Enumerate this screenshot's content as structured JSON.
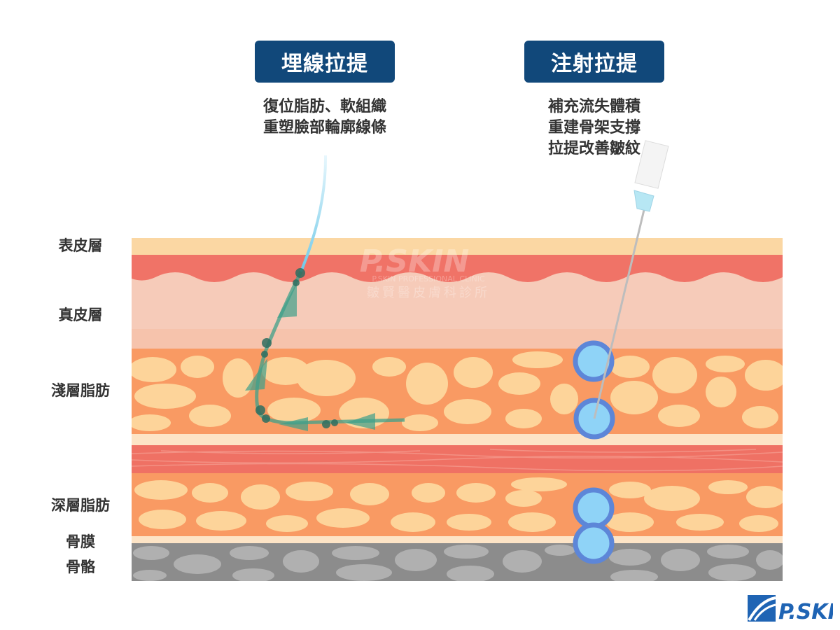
{
  "methods": [
    {
      "title": "埋線拉提",
      "lines": [
        "復位脂肪、軟組織",
        "重塑臉部輪廓線條"
      ]
    },
    {
      "title": "注射拉提",
      "lines": [
        "補充流失體積",
        "重建骨架支撐",
        "拉提改善皺紋"
      ]
    }
  ],
  "layers": {
    "epidermis": "表皮層",
    "dermis": "真皮層",
    "superficial_fat": "淺層脂肪",
    "deep_fat": "深層脂肪",
    "periosteum": "骨膜",
    "bone": "骨骼"
  },
  "watermark": {
    "brand": "P.SKIN",
    "sub_en": "P.SKIN PROFESSIONAL CLINIC",
    "sub_zh": "皺賢醫皮膚科診所"
  },
  "logo_text": "P.SKIN",
  "colors": {
    "badge": "#11487a",
    "epidermis": "#fbd7a3",
    "dermis_top": "#f07367",
    "dermis": "#f6cbb9",
    "fat": "#f99a63",
    "fat_blob": "#fdd49a",
    "muscle": "#ef7164",
    "bone": "#9a9a9a",
    "thread": "#3fa08a",
    "filler": "#8fd3f7",
    "filler_ring": "#5d86d8"
  }
}
